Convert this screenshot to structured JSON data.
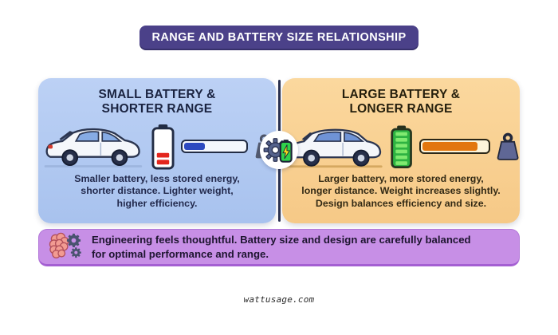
{
  "header": {
    "title": "RANGE AND BATTERY SIZE RELATIONSHIP",
    "bg_color": "#4b4189",
    "text_color": "#ffffff"
  },
  "panels": {
    "left": {
      "title_line1": "SMALL BATTERY &",
      "title_line2": "SHORTER RANGE",
      "body_lines": [
        "Smaller battery, less stored energy,",
        "shorter distance. Lighter weight,",
        "higher efficiency."
      ],
      "panel_color": "#aec7f0",
      "car": "compact-hatchback",
      "battery_level": "low",
      "battery_fill_color": "#e3261d",
      "range_percent": 35,
      "range_bar_color": "#2d49c0",
      "weight": "small"
    },
    "right": {
      "title_line1": "LARGE BATTERY &",
      "title_line2": "LONGER RANGE",
      "body_lines": [
        "Larger battery, more stored energy,",
        "longer distance. Weight increases slightly.",
        "Design balances efficiency and size."
      ],
      "panel_color": "#f8cd8d",
      "car": "suv",
      "battery_level": "full",
      "battery_fill_color": "#2eb342",
      "range_percent": 85,
      "range_bar_color": "#e2760f",
      "weight": "large"
    }
  },
  "center_badge": {
    "icon": "gear-battery"
  },
  "callout": {
    "lead_bold": "Engineering feels thoughtful.",
    "line1_rest": " Battery size and design are carefully balanced",
    "line2": "for optimal performance and range.",
    "bg_color": "#c78fe6"
  },
  "footer": {
    "site": "wattusage.com"
  }
}
